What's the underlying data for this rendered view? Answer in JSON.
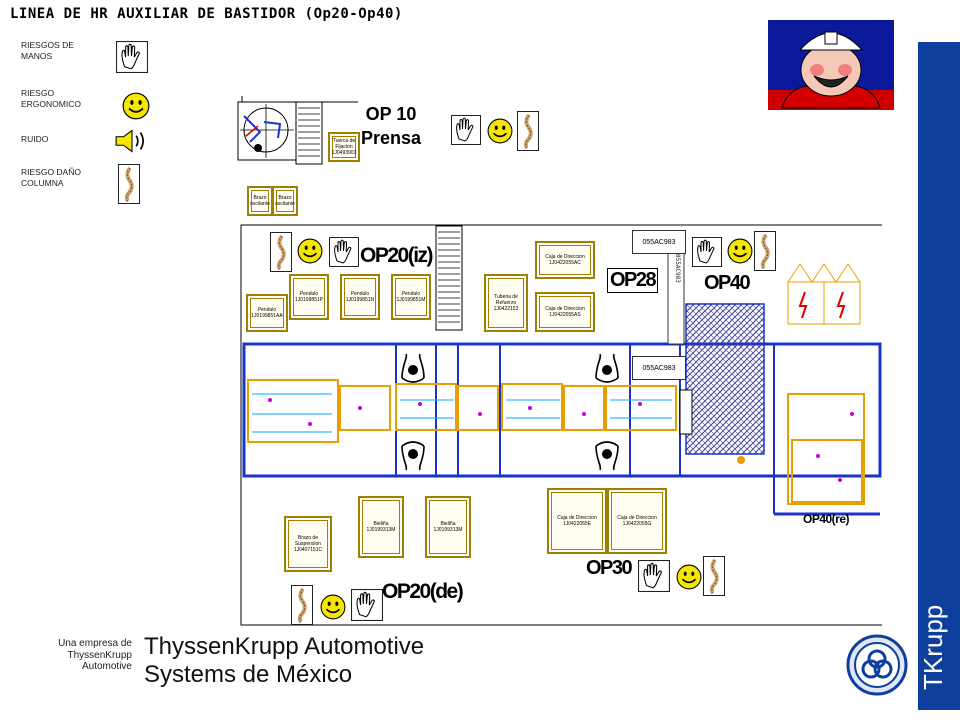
{
  "title": "LINEA DE HR AUXILIAR DE BASTIDOR (Op20-Op40)",
  "legend": [
    {
      "label": "RIESGOS DE MANOS",
      "icon": "hand-icon"
    },
    {
      "label": "RIESGO ERGONOMICO",
      "icon": "smiley-icon"
    },
    {
      "label": "RUIDO",
      "icon": "speaker-icon"
    },
    {
      "label": "RIESGO DAÑO COLUMNA",
      "icon": "spine-icon"
    }
  ],
  "op10": {
    "line1": "OP 10",
    "line2": "Prensa"
  },
  "op_labels": {
    "op20iz": "OP20(iz)",
    "op28": "OP28",
    "op40": "OP40",
    "op40re": "OP40(re)",
    "op30": "OP30",
    "op20de": "OP20(de)"
  },
  "boxes": {
    "press_small": "Tuerca de Fijacion 1J0493903",
    "small1": "Brazo oscilante",
    "small2": "Brazo oscilante",
    "pendulo0": "Pendulo 1J0199851AA",
    "pendulo1": "Pendulo 1J0199851P",
    "pendulo2": "Pendulo 1J0199851N",
    "pendulo3": "Pendulo 1J0199851M",
    "tuberia": "Tuberia de Refuerzo 1J0422153",
    "caja_dir1": "Caja de Direccion 1J0422055AC",
    "caja_dir2": "Caja de Direccion 1J0422055AS",
    "code1": "055AC983",
    "code2": "055AC983",
    "code3": "055AC983",
    "bieza": "Brazo de Suspension 1J0407151C",
    "bisagra1": "Bieliña 1J0199313M",
    "bisagra2": "Bieliña 1J0199313M",
    "caja_dir3": "Caja de Direccion 1J0422055E",
    "caja_dir4": "Caja de Direccion 1J0422055G"
  },
  "company": {
    "line1": "ThyssenKrupp Automotive",
    "line2": "Systems de México"
  },
  "company_sub": {
    "line1": "Una empresa de",
    "line2": "ThyssenKrupp",
    "line3": "Automotive"
  },
  "brand": "TKrupp",
  "colors": {
    "brand_blue": "#0e3f9c",
    "line_blue": "#1a33c8",
    "frame_orange": "#e8a000",
    "hatch": "#3a3a9a"
  }
}
